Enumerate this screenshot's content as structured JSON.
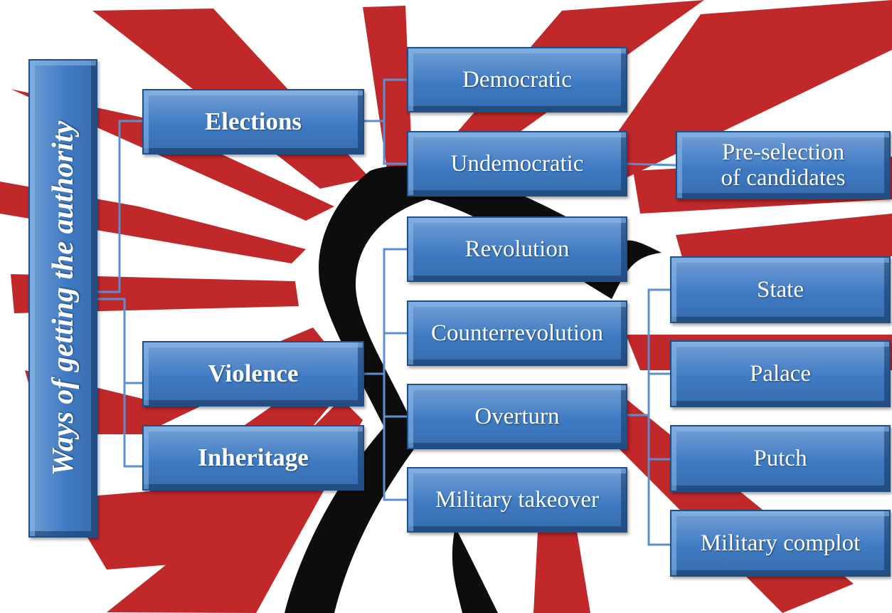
{
  "diagram": {
    "root": {
      "label": "Ways of getting the authority"
    },
    "level1": {
      "elections": "Elections",
      "violence": "Violence",
      "inheritage": "Inheritage"
    },
    "elections_children": {
      "democratic": "Democratic",
      "undemocratic": "Undemocratic"
    },
    "undemocratic_children": {
      "preselection_line1": "Pre-selection",
      "preselection_line2": "of candidates"
    },
    "violence_children": {
      "revolution": "Revolution",
      "counterrevolution": "Counterrevolution",
      "overturn": "Overturn",
      "military_takeover": "Military takeover"
    },
    "overturn_children": {
      "state": "State",
      "palace": "Palace",
      "putch": "Putch",
      "military_complot": "Military complot"
    }
  },
  "colors": {
    "box_fill": "#3f7bc4",
    "box_border": "#1f4f86",
    "connector": "#5b8fd0",
    "ray_red": "#c0282a",
    "fist_black": "#0d0d0d"
  }
}
